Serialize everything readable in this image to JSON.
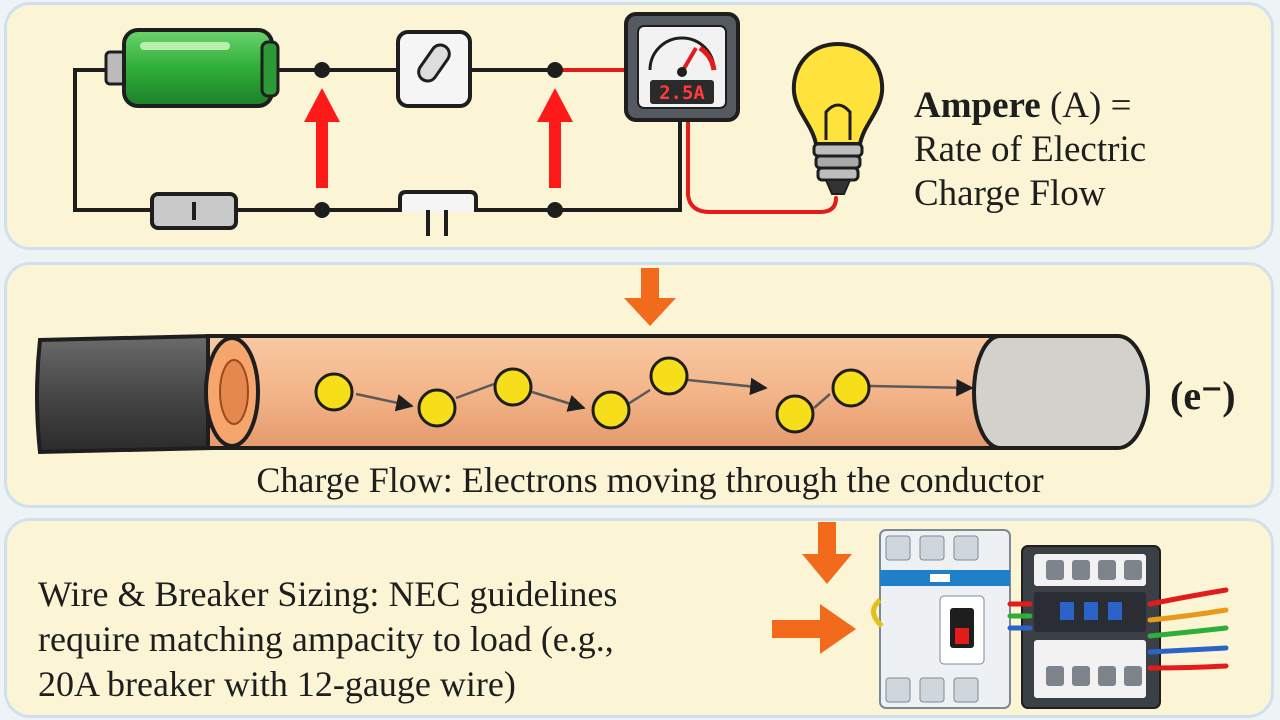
{
  "ampere": {
    "term": "Ampere",
    "unit": " (A) =",
    "definition_line1": "Rate of Electric",
    "definition_line2": "Charge Flow"
  },
  "meter": {
    "reading": "2.5A"
  },
  "conductor": {
    "electron_symbol": "(e⁻)",
    "caption": "Charge Flow: Electrons moving through the conductor"
  },
  "sizing": {
    "line1": "Wire & Breaker Sizing: NEC guidelines",
    "line2": "require matching ampacity to load (e.g.,",
    "line3": "20A breaker with 12-gauge wire)"
  },
  "colors": {
    "panel_bg": "#fbf5d5",
    "panel_border": "#cfe1ef",
    "current_arrow": "#ff1a1a",
    "flow_arrow": "#f26b1d",
    "electron": "#f6de1a",
    "battery": "#2fae3a"
  },
  "icons": [
    "battery-icon",
    "switch-icon",
    "ammeter-icon",
    "light-bulb-icon",
    "resistor-icon",
    "circuit-breaker-icon",
    "contactor-icon"
  ]
}
